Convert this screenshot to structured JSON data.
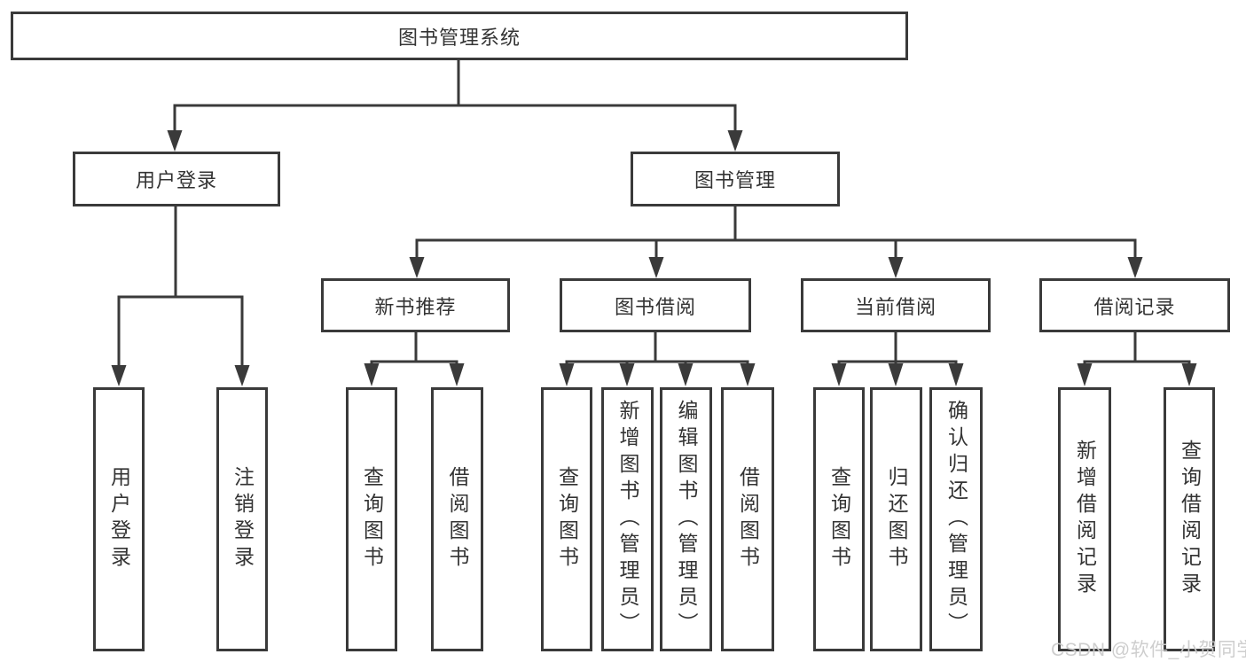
{
  "diagram": {
    "type": "tree-diagram",
    "title": "图书管理系统",
    "tree": {
      "label": "图书管理系统",
      "children": [
        {
          "label": "用户登录",
          "children": [
            {
              "label": "用户登录"
            },
            {
              "label": "注销登录"
            }
          ]
        },
        {
          "label": "图书管理",
          "children": [
            {
              "label": "新书推荐",
              "children": [
                {
                  "label": "查询图书"
                },
                {
                  "label": "借阅图书"
                }
              ]
            },
            {
              "label": "图书借阅",
              "children": [
                {
                  "label": "查询图书"
                },
                {
                  "label": "新增图书（管理员）"
                },
                {
                  "label": "编辑图书（管理员）"
                },
                {
                  "label": "借阅图书"
                }
              ]
            },
            {
              "label": "当前借阅",
              "children": [
                {
                  "label": "查询图书"
                },
                {
                  "label": "归还图书"
                },
                {
                  "label": "确认归还（管理员）"
                }
              ]
            },
            {
              "label": "借阅记录",
              "children": [
                {
                  "label": "新增借阅记录"
                },
                {
                  "label": "查询借阅记录"
                }
              ]
            }
          ]
        }
      ]
    },
    "watermark": "CSDN @软件_小贺同学",
    "colors": {
      "line": "#3a3a3a",
      "border": "#3a3a3a",
      "text": "#333333",
      "background": "#ffffff",
      "watermark": "#cbcbcb"
    }
  }
}
